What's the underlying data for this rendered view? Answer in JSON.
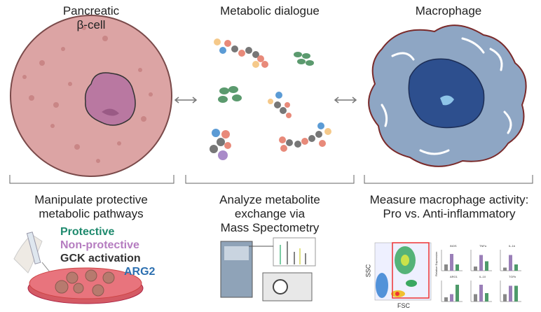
{
  "columns": [
    {
      "title": "Pancreatic\nβ-cell",
      "title_line1": "Pancreatic",
      "title_line2": "β-cell",
      "caption_line1": "Manipulate protective",
      "caption_line2": "metabolic pathways"
    },
    {
      "title": "Metabolic dialogue",
      "caption_line1": "Analyze metabolite",
      "caption_line2": "exchange via",
      "caption_line3": "Mass Spectometry"
    },
    {
      "title": "Macrophage",
      "caption_line1": "Measure macrophage activity:",
      "caption_line2": "Pro vs. Anti-inflammatory"
    }
  ],
  "labels": {
    "protective": "Protective",
    "non_protective": "Non-protective",
    "gck": "GCK activation",
    "arg2": "ARG2"
  },
  "flow": {
    "x_axis": "FSC",
    "y_axis": "SSC"
  },
  "bar_panels": {
    "ylabel": "Relative Expression",
    "panels": [
      "iNOS",
      "TNFα",
      "IL-1b",
      "ARG1",
      "IL-10",
      "TGFb"
    ]
  },
  "colors": {
    "protective": "#1f8a6e",
    "non_protective": "#b57cc0",
    "gck": "#333333",
    "arg2": "#2c6fb0",
    "beta_cell": "#dca4a4",
    "macrophage": "#8ea6c4"
  },
  "icons": [
    "double-arrow-icon",
    "pipette-icon",
    "petri-dish-icon",
    "mass-spectrometer-icon"
  ]
}
